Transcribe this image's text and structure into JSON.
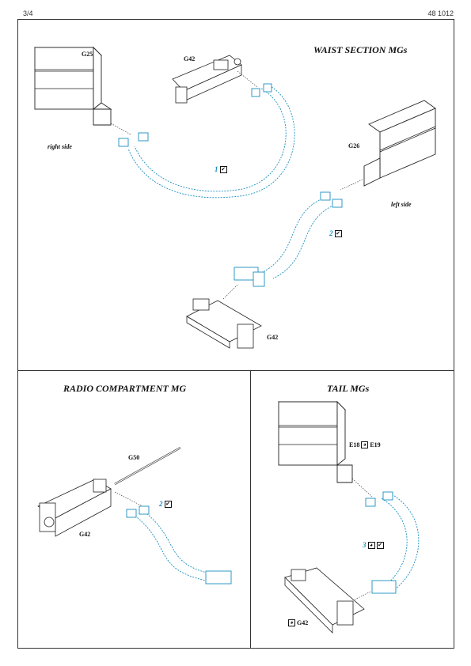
{
  "header": {
    "page": "3/4",
    "kit": "48 1012"
  },
  "sections": {
    "waist": {
      "title": "WAIST SECTION MGs",
      "labels": {
        "g25": "G25",
        "g42_top": "G42",
        "g26": "G26",
        "g42_bottom": "G42"
      },
      "sides": {
        "right": "right side",
        "left": "left side"
      },
      "steps": {
        "s1": "1",
        "s2": "2"
      }
    },
    "radio": {
      "title": "RADIO COMPARTMENT MG",
      "labels": {
        "g50": "G50",
        "g42": "G42"
      },
      "steps": {
        "s2": "2"
      }
    },
    "tail": {
      "title": "TAIL MGs",
      "labels": {
        "e18": "E18",
        "e19": "E19",
        "g42": "G42"
      },
      "steps": {
        "s3": "3"
      }
    }
  },
  "icons": {
    "fold": "fold-check-icon",
    "glue": "glue-dot-icon"
  },
  "colors": {
    "etch": "#1a8fc0",
    "line": "#222222"
  }
}
